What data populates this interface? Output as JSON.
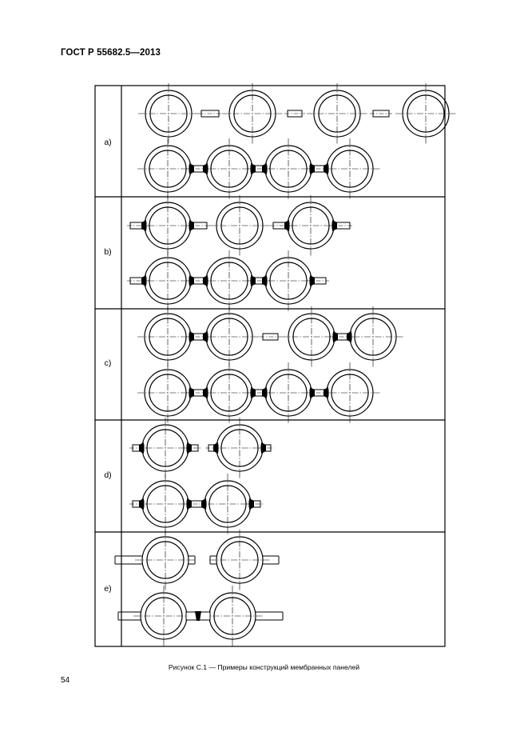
{
  "header": {
    "standard_id": "ГОСТ Р 55682.5—2013"
  },
  "figure": {
    "caption": "Рисунок С.1 — Примеры конструкций мембранных панелей",
    "rows": [
      {
        "label": "a)"
      },
      {
        "label": "b)"
      },
      {
        "label": "c)"
      },
      {
        "label": "d)"
      },
      {
        "label": "e)"
      }
    ]
  },
  "footer": {
    "page_number": "54"
  }
}
